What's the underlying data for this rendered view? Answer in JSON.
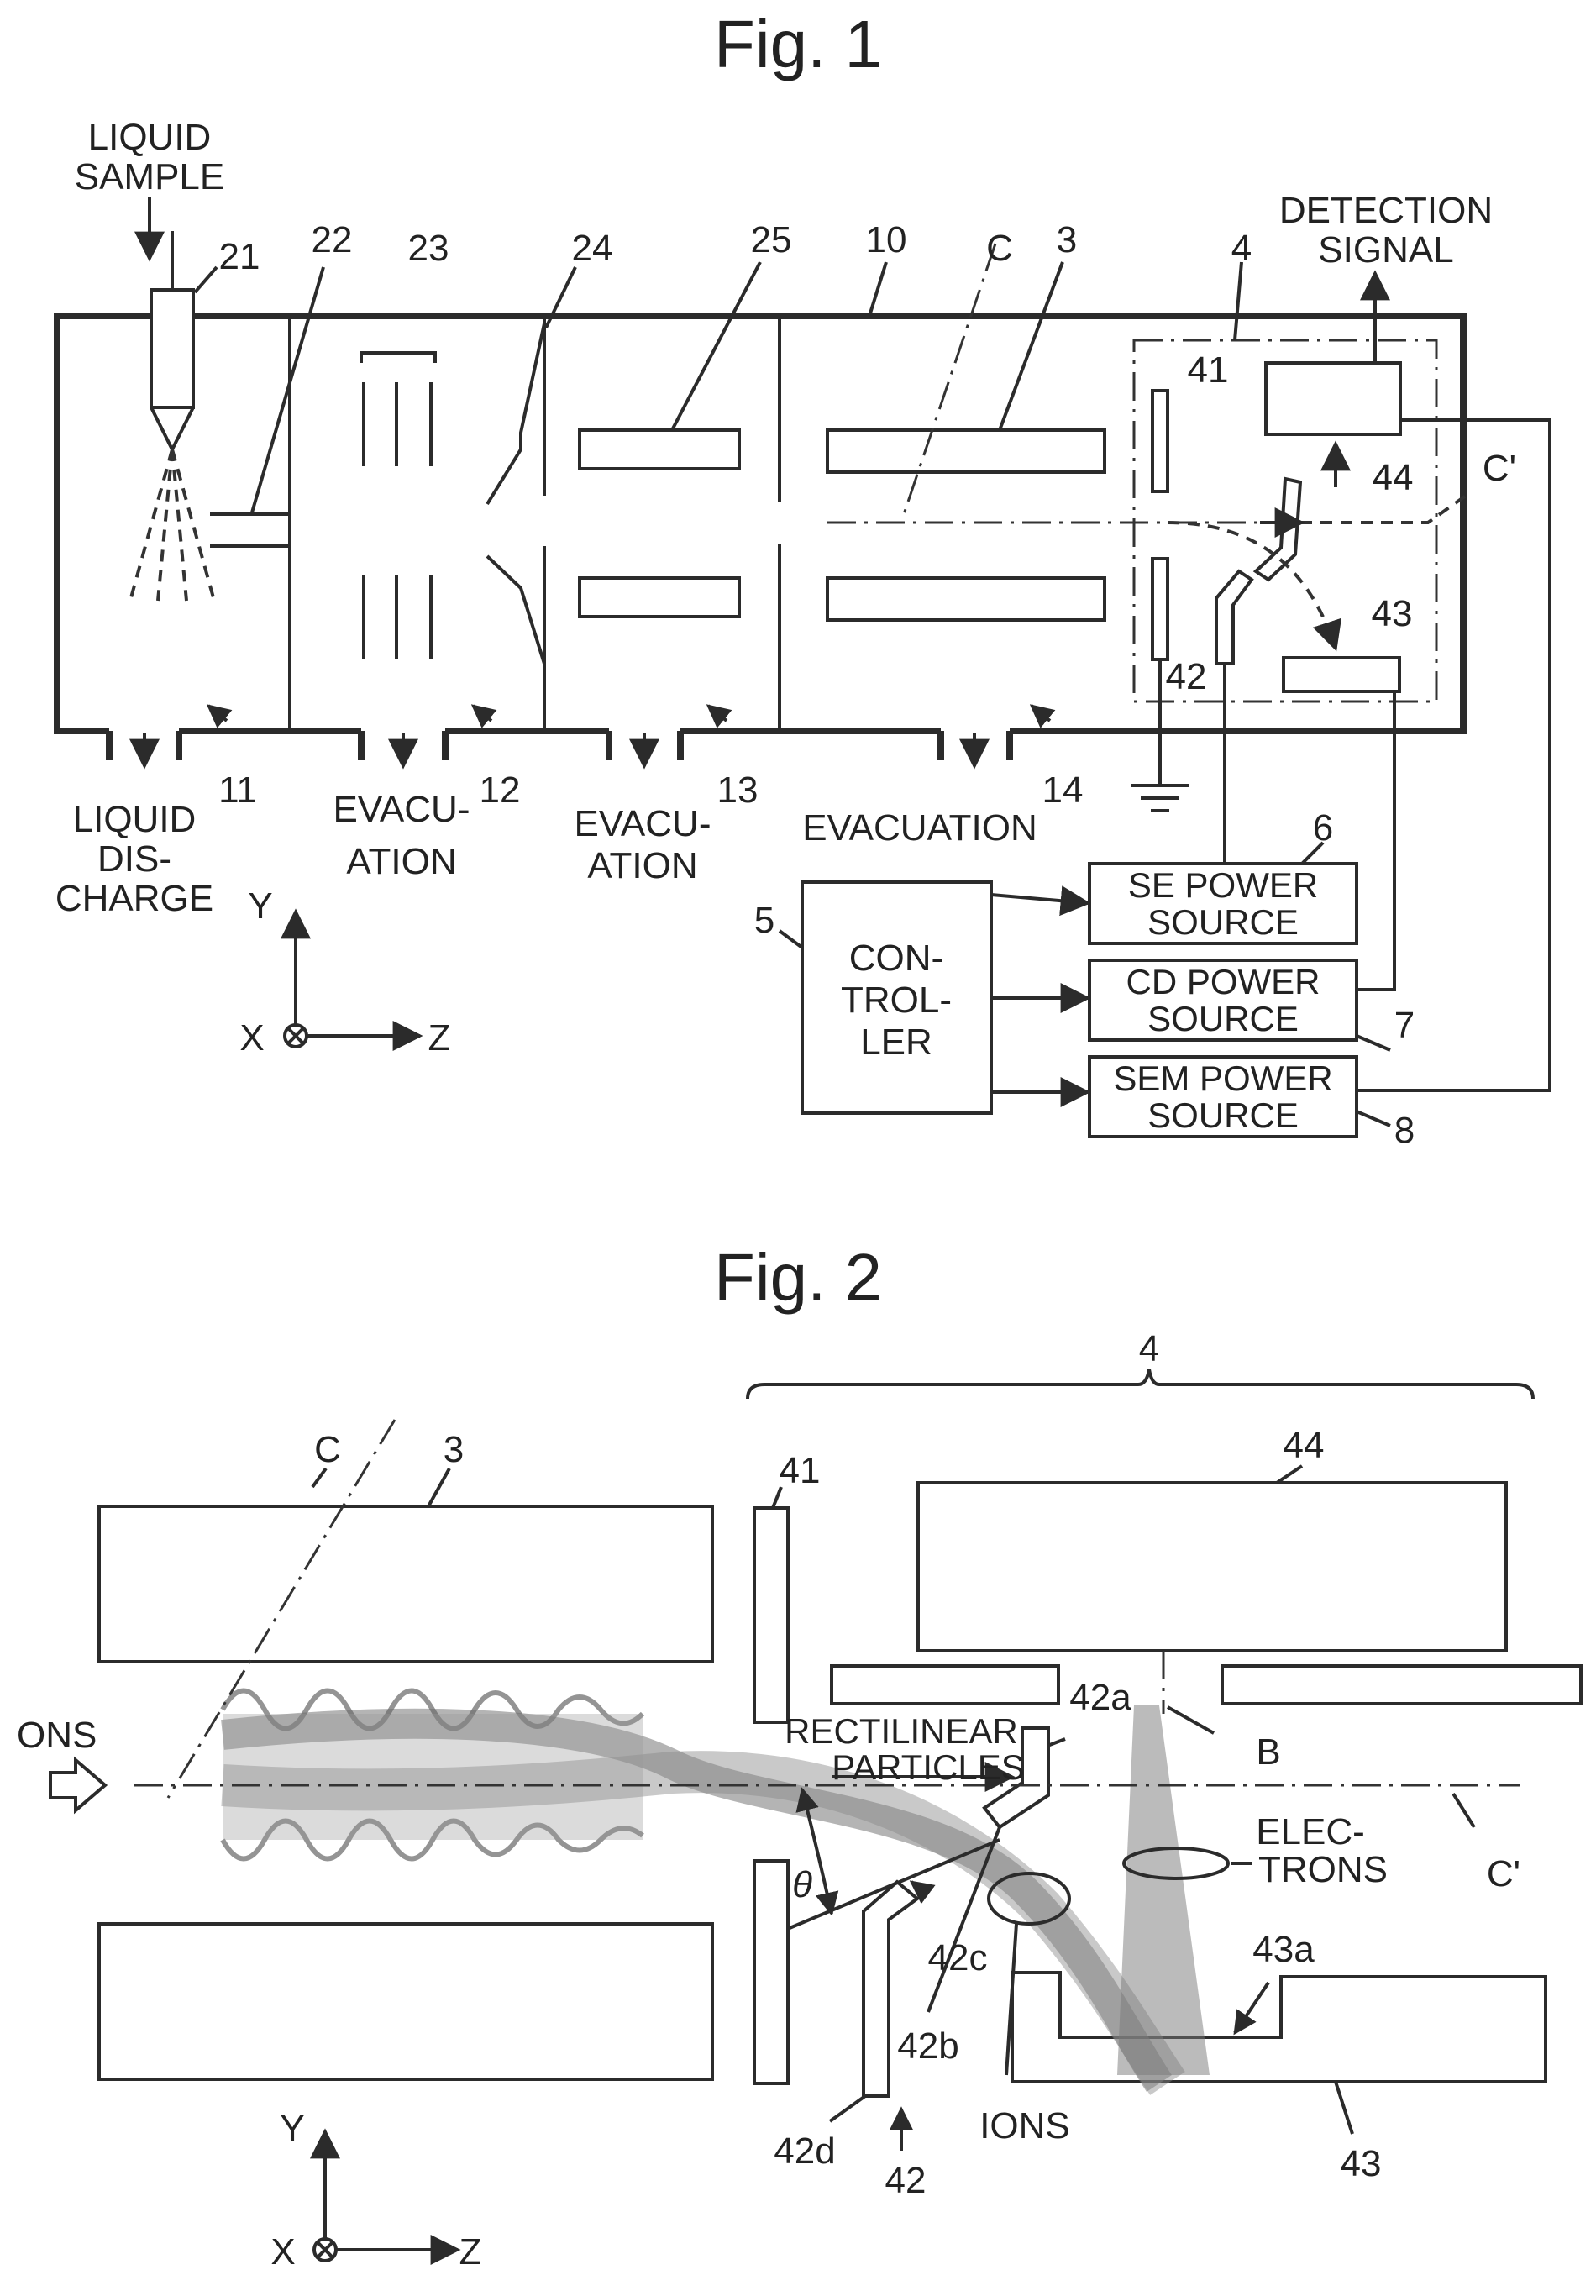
{
  "fig1": {
    "title": "Fig. 1",
    "labels": {
      "liquid_sample_1": "LIQUID",
      "liquid_sample_2": "SAMPLE",
      "detection_signal_1": "DETECTION",
      "detection_signal_2": "SIGNAL",
      "n21": "21",
      "n22": "22",
      "n23": "23",
      "n24": "24",
      "n25": "25",
      "n10": "10",
      "nC": "C",
      "n3": "3",
      "n4": "4",
      "n41": "41",
      "n44": "44",
      "nC_prime": "C'",
      "n43": "43",
      "n42": "42",
      "n11": "11",
      "n12": "12",
      "n13": "13",
      "n14": "14",
      "liquid_discharge_1": "LIQUID",
      "liquid_discharge_2": "DIS-",
      "liquid_discharge_3": "CHARGE",
      "evac1_1": "EVACU-",
      "evac1_2": "ATION",
      "evac2_1": "EVACU-",
      "evac2_2": "ATION",
      "evacuation": "EVACUATION",
      "n5": "5",
      "n6": "6",
      "n7": "7",
      "n8": "8",
      "axis_y": "Y",
      "axis_x": "X",
      "axis_z": "Z"
    },
    "controller": [
      "CON-",
      "TROL-",
      "LER"
    ],
    "se_power": [
      "SE POWER",
      "SOURCE"
    ],
    "cd_power": [
      "CD POWER",
      "SOURCE"
    ],
    "sem_power": [
      "SEM POWER",
      "SOURCE"
    ]
  },
  "fig2": {
    "title": "Fig. 2",
    "labels": {
      "n4": "4",
      "nC": "C",
      "n3": "3",
      "n41": "41",
      "n44": "44",
      "ions_in": "ONS",
      "n42a": "42a",
      "rect_1": "RECTILINEAR",
      "rect_2": "PARTICLES",
      "nB": "B",
      "elec_1": "ELEC-",
      "elec_2": "TRONS",
      "nC_prime": "C'",
      "theta": "θ",
      "n42c": "42c",
      "n43a": "43a",
      "n42b": "42b",
      "n42d": "42d",
      "ions": "IONS",
      "n42": "42",
      "n43": "43",
      "axis_y": "Y",
      "axis_x": "X",
      "axis_z": "Z"
    }
  }
}
